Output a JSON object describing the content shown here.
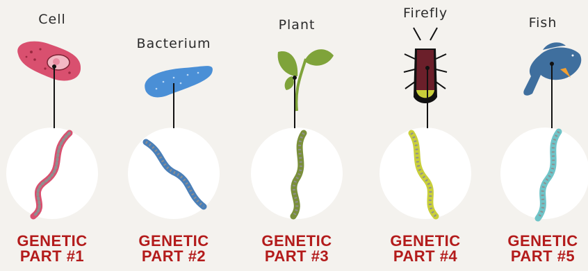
{
  "parts": [
    {
      "organism": "Cell",
      "line1": "GENETIC",
      "line2": "PART #1",
      "organism_color": "#d9506f",
      "dna_color": "#d9506f"
    },
    {
      "organism": "Bacterium",
      "line1": "GENETIC",
      "line2": "PART #2",
      "organism_color": "#4a8fd6",
      "dna_color": "#4a7fb8"
    },
    {
      "organism": "Plant",
      "line1": "GENETIC",
      "line2": "PART #3",
      "organism_color": "#7fa33a",
      "dna_color": "#7a8f3a"
    },
    {
      "organism": "Firefly",
      "line1": "GENETIC",
      "line2": "PART #4",
      "organism_color": "#6b1f2a",
      "dna_color": "#c9cf3a"
    },
    {
      "organism": "Fish",
      "line1": "GENETIC",
      "line2": "PART #5",
      "organism_color": "#3f6f9e",
      "dna_color": "#6fc4c8"
    }
  ],
  "colors": {
    "label_red": "#b31b1b",
    "background": "#f4f2ee",
    "circle": "#ffffff",
    "connector": "#111111"
  }
}
